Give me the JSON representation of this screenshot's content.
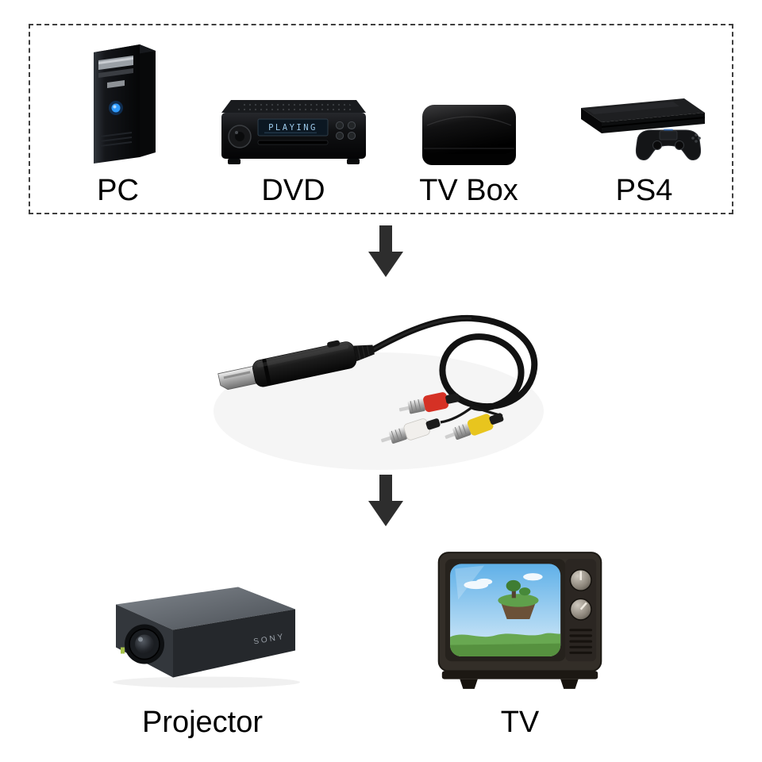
{
  "sources": {
    "items": [
      {
        "label": "PC"
      },
      {
        "label": "DVD"
      },
      {
        "label": "TV Box"
      },
      {
        "label": "PS4"
      }
    ]
  },
  "dvd": {
    "display_text": "PLAYING"
  },
  "projector": {
    "brand": "SONY"
  },
  "outputs": {
    "items": [
      {
        "label": "Projector"
      },
      {
        "label": "TV"
      }
    ]
  },
  "colors": {
    "background": "#ffffff",
    "dashed_border": "#3f3f3f",
    "label_text": "#000000",
    "arrow": "#2d2d2d",
    "rca_red": "#d53125",
    "rca_white": "#f1efec",
    "rca_yellow": "#e8c51e"
  }
}
